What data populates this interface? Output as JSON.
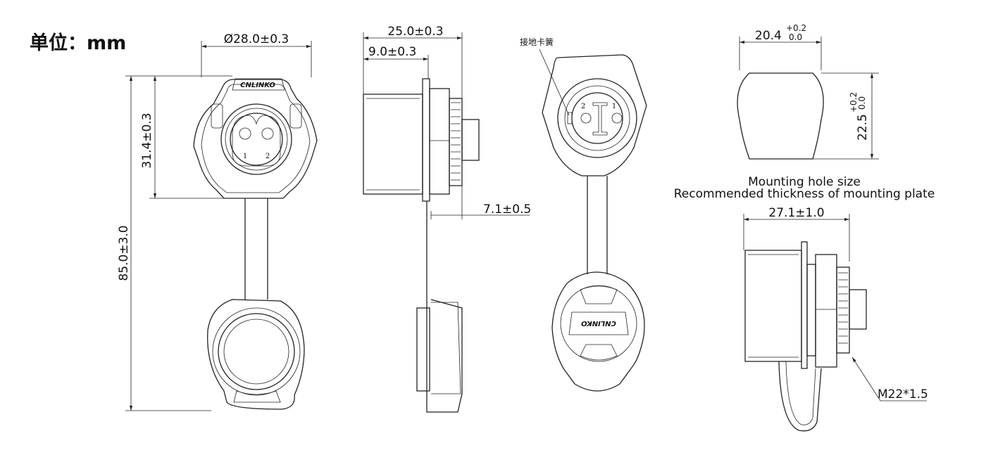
{
  "unit_label": "单位：mm",
  "front_view": {
    "diameter": "Ø28.0±0.3",
    "height_top": "31.4±0.3",
    "height_total": "85.0±3.0",
    "logo": "CNLINKO",
    "pin_1": "1",
    "pin_2": "2"
  },
  "side_view": {
    "length": "25.0±0.3",
    "flange_depth": "9.0±0.3",
    "thread_length": "7.1±0.5"
  },
  "rear_view": {
    "ground_spring_label": "接地卡簧",
    "pin_1": "1",
    "pin_2": "2",
    "cap_logo": "CNLINKO"
  },
  "mounting_hole": {
    "width_value": "20.4",
    "width_tol_upper": "+0.2",
    "width_tol_lower": "0.0",
    "height_value": "22.5",
    "height_tol_upper": "+0.2",
    "height_tol_lower": "0.0",
    "caption_line_1": "Mounting hole size",
    "caption_line_2": "Recommended thickness of mounting plate"
  },
  "panel_view": {
    "panel_span": "27.1±1.0",
    "thread": "M22*1.5"
  }
}
